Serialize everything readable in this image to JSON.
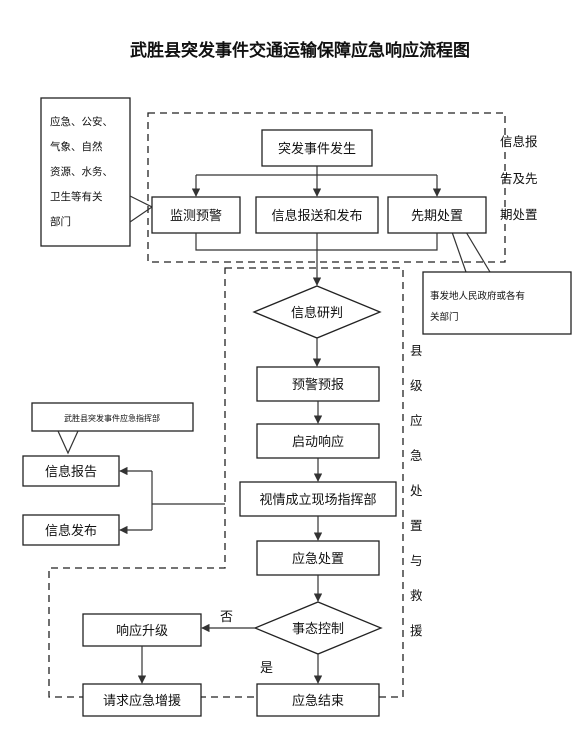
{
  "title": "武胜县突发事件交通运输保障应急响应流程图",
  "nodes": {
    "event": "突发事件发生",
    "monitor": "监测预警",
    "report_publish": "信息报送和发布",
    "early_handle": "先期处置",
    "judge": "信息研判",
    "forecast": "预警预报",
    "start_response": "启动响应",
    "field_command": "视情成立现场指挥部",
    "emergency_handle": "应急处置",
    "situation_control": "事态控制",
    "info_report": "信息报告",
    "info_release": "信息发布",
    "upgrade": "响应升级",
    "request_aid": "请求应急增援",
    "end": "应急结束"
  },
  "callouts": {
    "depts": [
      "应急、公安、",
      "气象、自然",
      "资源、水务、",
      "卫生等有关",
      "部门"
    ],
    "local_gov": [
      "事发地人民政府或各有",
      "关部门"
    ],
    "county_cmd": "武胜县突发事件应急指挥部"
  },
  "side_labels": {
    "stage1": [
      "信息报",
      "告及先",
      "期处置"
    ],
    "stage2": [
      "县",
      "级",
      "应",
      "急",
      "处",
      "置",
      "与",
      "救",
      "援"
    ]
  },
  "edge_labels": {
    "no": "否",
    "yes": "是"
  }
}
